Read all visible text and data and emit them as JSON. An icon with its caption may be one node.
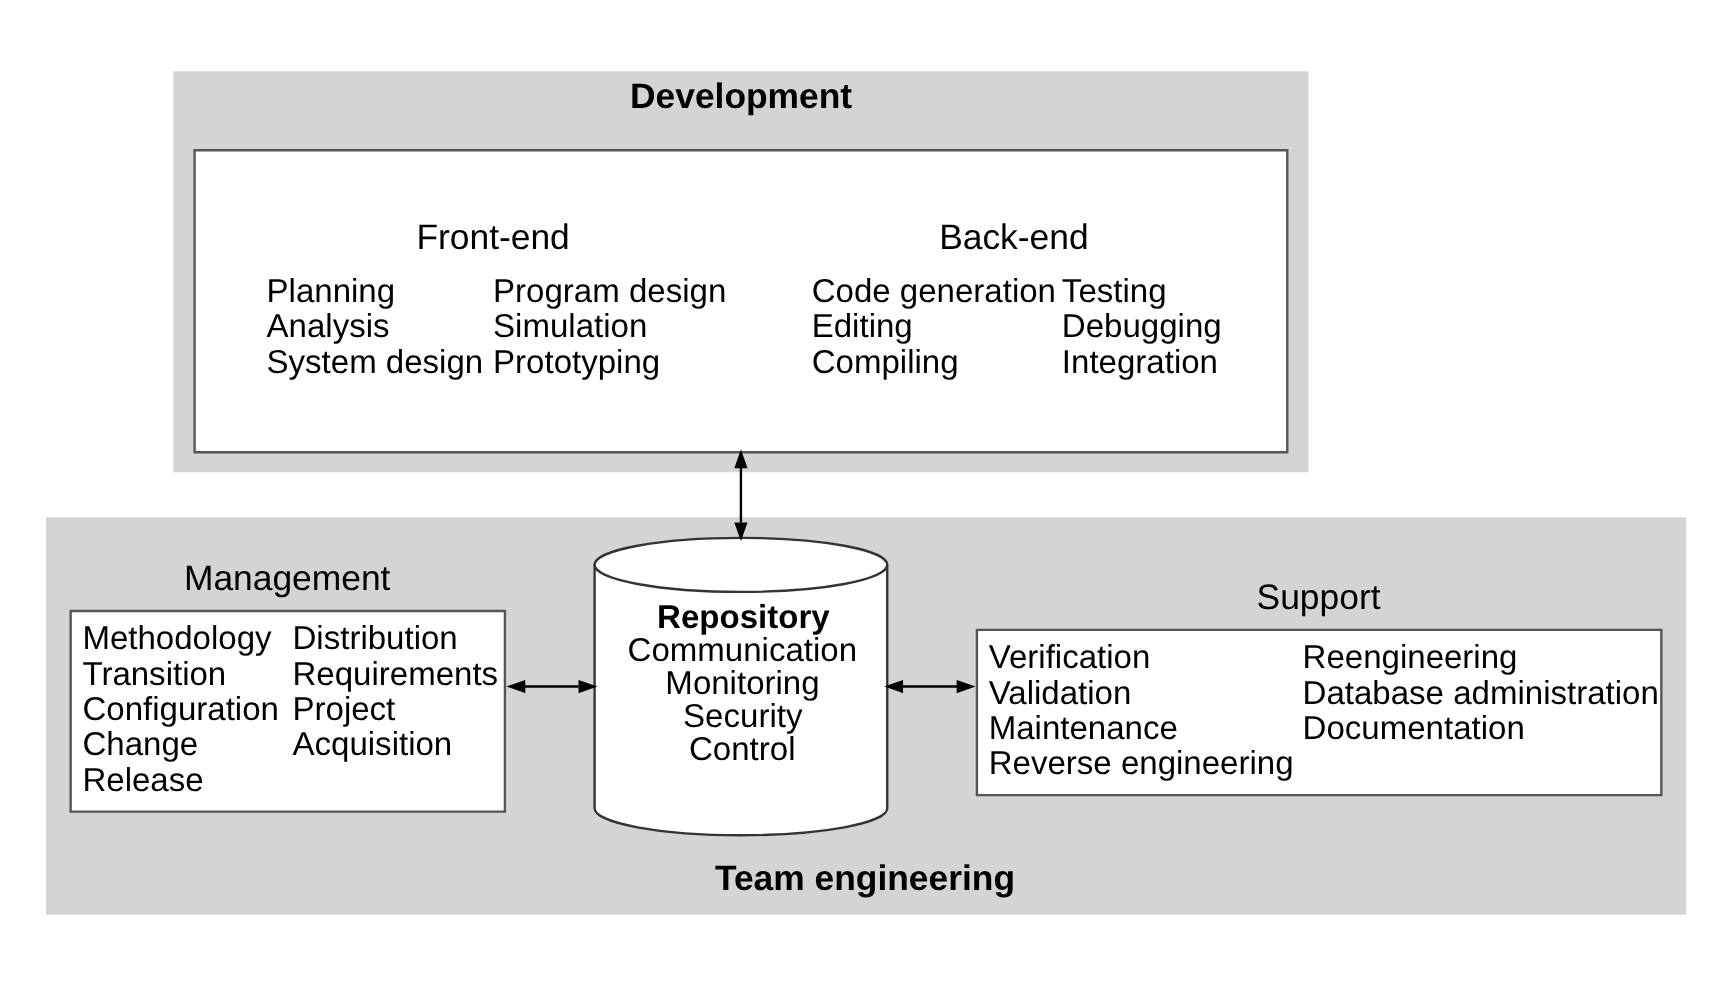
{
  "diagram": {
    "nodes": [
      {
        "text": [
          "Development"
        ]
      },
      {
        "text": [
          "Front-end",
          "Planning",
          "Analysis",
          "System design",
          "Program design",
          "Simulation",
          "Prototyping",
          "Back-end",
          "Code generation",
          "Editing",
          "Compiling",
          "Testing",
          "Debugging",
          "Integration"
        ],
        "in": 0
      },
      {
        "text": [
          "Team engineering"
        ]
      },
      {
        "text": [
          "Management",
          "Methodology",
          "Transition",
          "Configuration",
          "Change",
          "Release",
          "Distribution",
          "Requirements",
          "Project",
          "Acquisition"
        ],
        "in": 2
      },
      {
        "text": [
          "Repository",
          "Communication",
          "Monitoring",
          "Security",
          "Control"
        ],
        "in": 2
      },
      {
        "text": [
          "Support",
          "Verification",
          "Validation",
          "Maintenance",
          "Reverse engineering",
          "Reengineering",
          "Database administration",
          "Documentation"
        ],
        "in": 2
      }
    ],
    "edges": [
      {
        "from": 1,
        "to": 4,
        "arrow": "both"
      },
      {
        "from": 3,
        "to": 4,
        "arrow": "both"
      },
      {
        "from": 4,
        "to": 5,
        "arrow": "both"
      }
    ]
  }
}
